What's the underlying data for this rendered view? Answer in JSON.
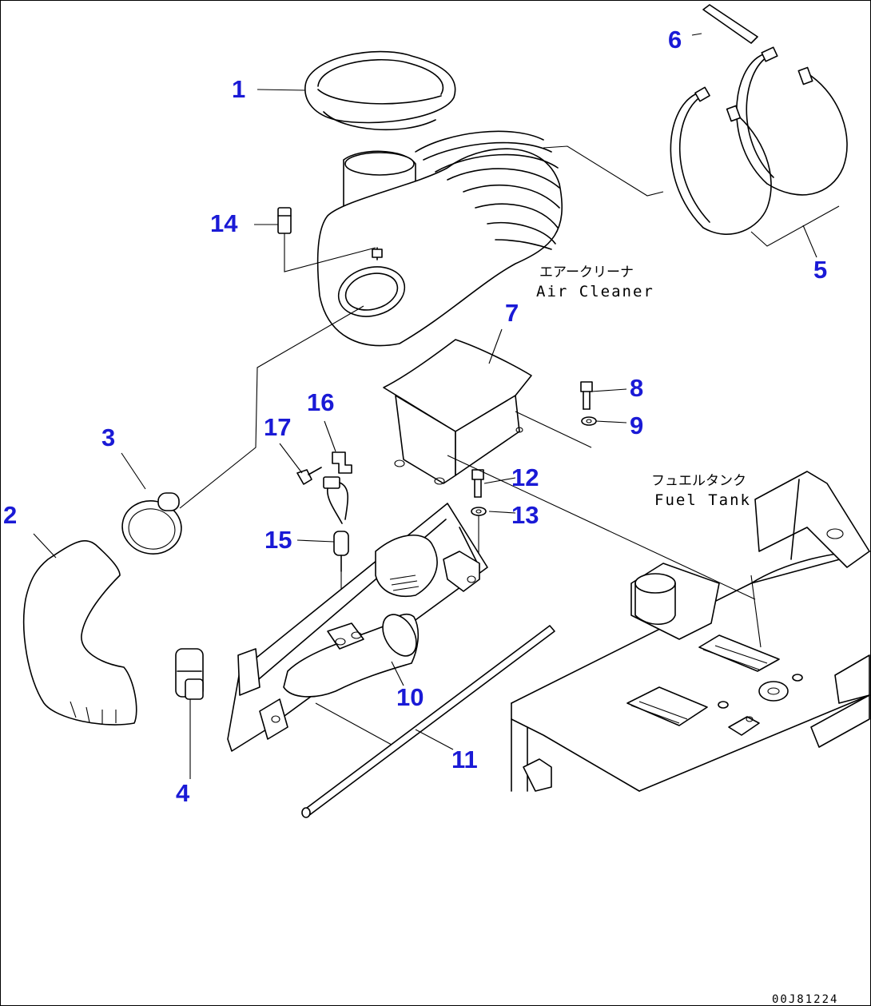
{
  "callouts": [
    "1",
    "2",
    "3",
    "4",
    "5",
    "6",
    "7",
    "8",
    "9",
    "10",
    "11",
    "12",
    "13",
    "14",
    "15",
    "16",
    "17"
  ],
  "labels": {
    "air_cleaner_jp": "エアークリーナ",
    "air_cleaner_en": "Air Cleaner",
    "fuel_tank_jp": "フュエルタンク",
    "fuel_tank_en": "Fuel Tank"
  },
  "drawing_code": "00J81224",
  "colors": {
    "callout": "#1a1ad6",
    "line": "#000000"
  }
}
